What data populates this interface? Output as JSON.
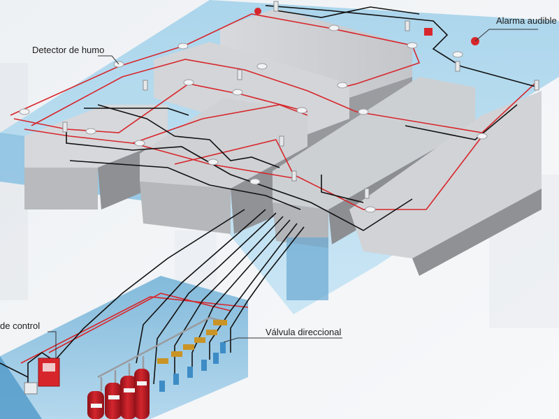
{
  "labels": {
    "smoke_detector": "Detector de humo",
    "audible_alarm": "Alarma audible",
    "control_panel": "de control",
    "directional_valve": "Válvula direccional"
  },
  "colors": {
    "detection_wire": "#d7262b",
    "control_wire": "#111111",
    "room_blue": "#8fc3df",
    "ceiling_blue": "#9fd0ea",
    "server_rack": "#c9cbcf",
    "cylinder_red": "#c61f28",
    "valve_blue": "#3d8cc6"
  }
}
